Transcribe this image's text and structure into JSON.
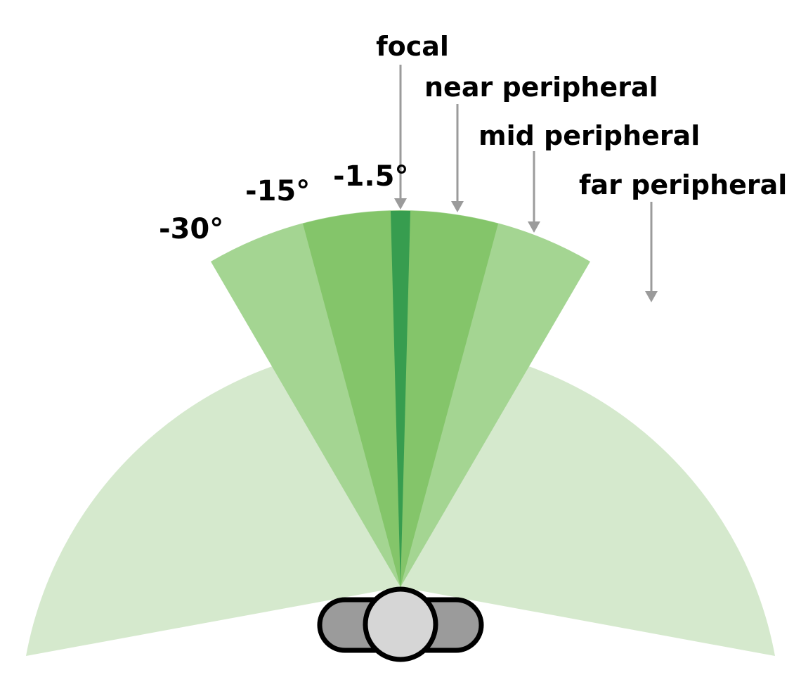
{
  "diagram": {
    "angle_labels": [
      "-30°",
      "-15°",
      "-1.5°"
    ],
    "zone_labels": {
      "focal": "focal",
      "near": "near peripheral",
      "mid": "mid peripheral",
      "far": "far peripheral"
    },
    "zone_colors": {
      "focal": "#379d4f",
      "near": "#84c56a",
      "mid": "#a4d592",
      "far": "#d5e9cd"
    },
    "viewer": {
      "head_color": "#d6d6d6",
      "shoulders_color": "#9b9b9b",
      "outline_color": "#000000"
    },
    "pointer_color": "#9b9b9b"
  }
}
